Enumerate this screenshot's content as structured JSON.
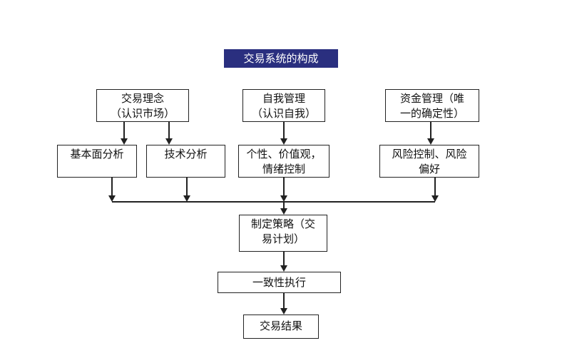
{
  "title": "交易系统的构成",
  "nodes": {
    "philosophy": [
      "交易理念",
      "（认识市场）"
    ],
    "self_management": [
      "自我管理",
      "（认识自我）"
    ],
    "money_management": [
      "资金管理（唯",
      "一的确定性）"
    ],
    "fundamental": [
      "基本面分析"
    ],
    "technical": [
      "技术分析"
    ],
    "personality": [
      "个性、价值观，",
      "情绪控制"
    ],
    "risk": [
      "风险控制、风险",
      "偏好"
    ],
    "strategy": [
      "制定策略（交",
      "易计划）"
    ],
    "execution": [
      "一致性执行"
    ],
    "result": [
      "交易结果"
    ]
  },
  "colors": {
    "title_bg": "#2a2f7f",
    "title_fg": "#ffffff",
    "line": "#222222"
  }
}
